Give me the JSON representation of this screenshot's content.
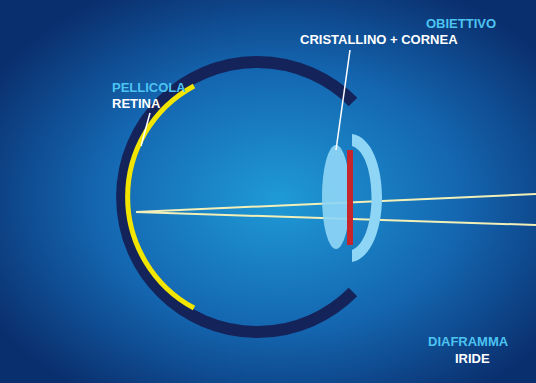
{
  "diagram": {
    "labels": [
      "PELLICOLA",
      "RETINA",
      "OBIETTIVO",
      "CRISTALLINO + CORNEA",
      "DIAFRAMMA",
      "IRIDE"
    ]
  }
}
